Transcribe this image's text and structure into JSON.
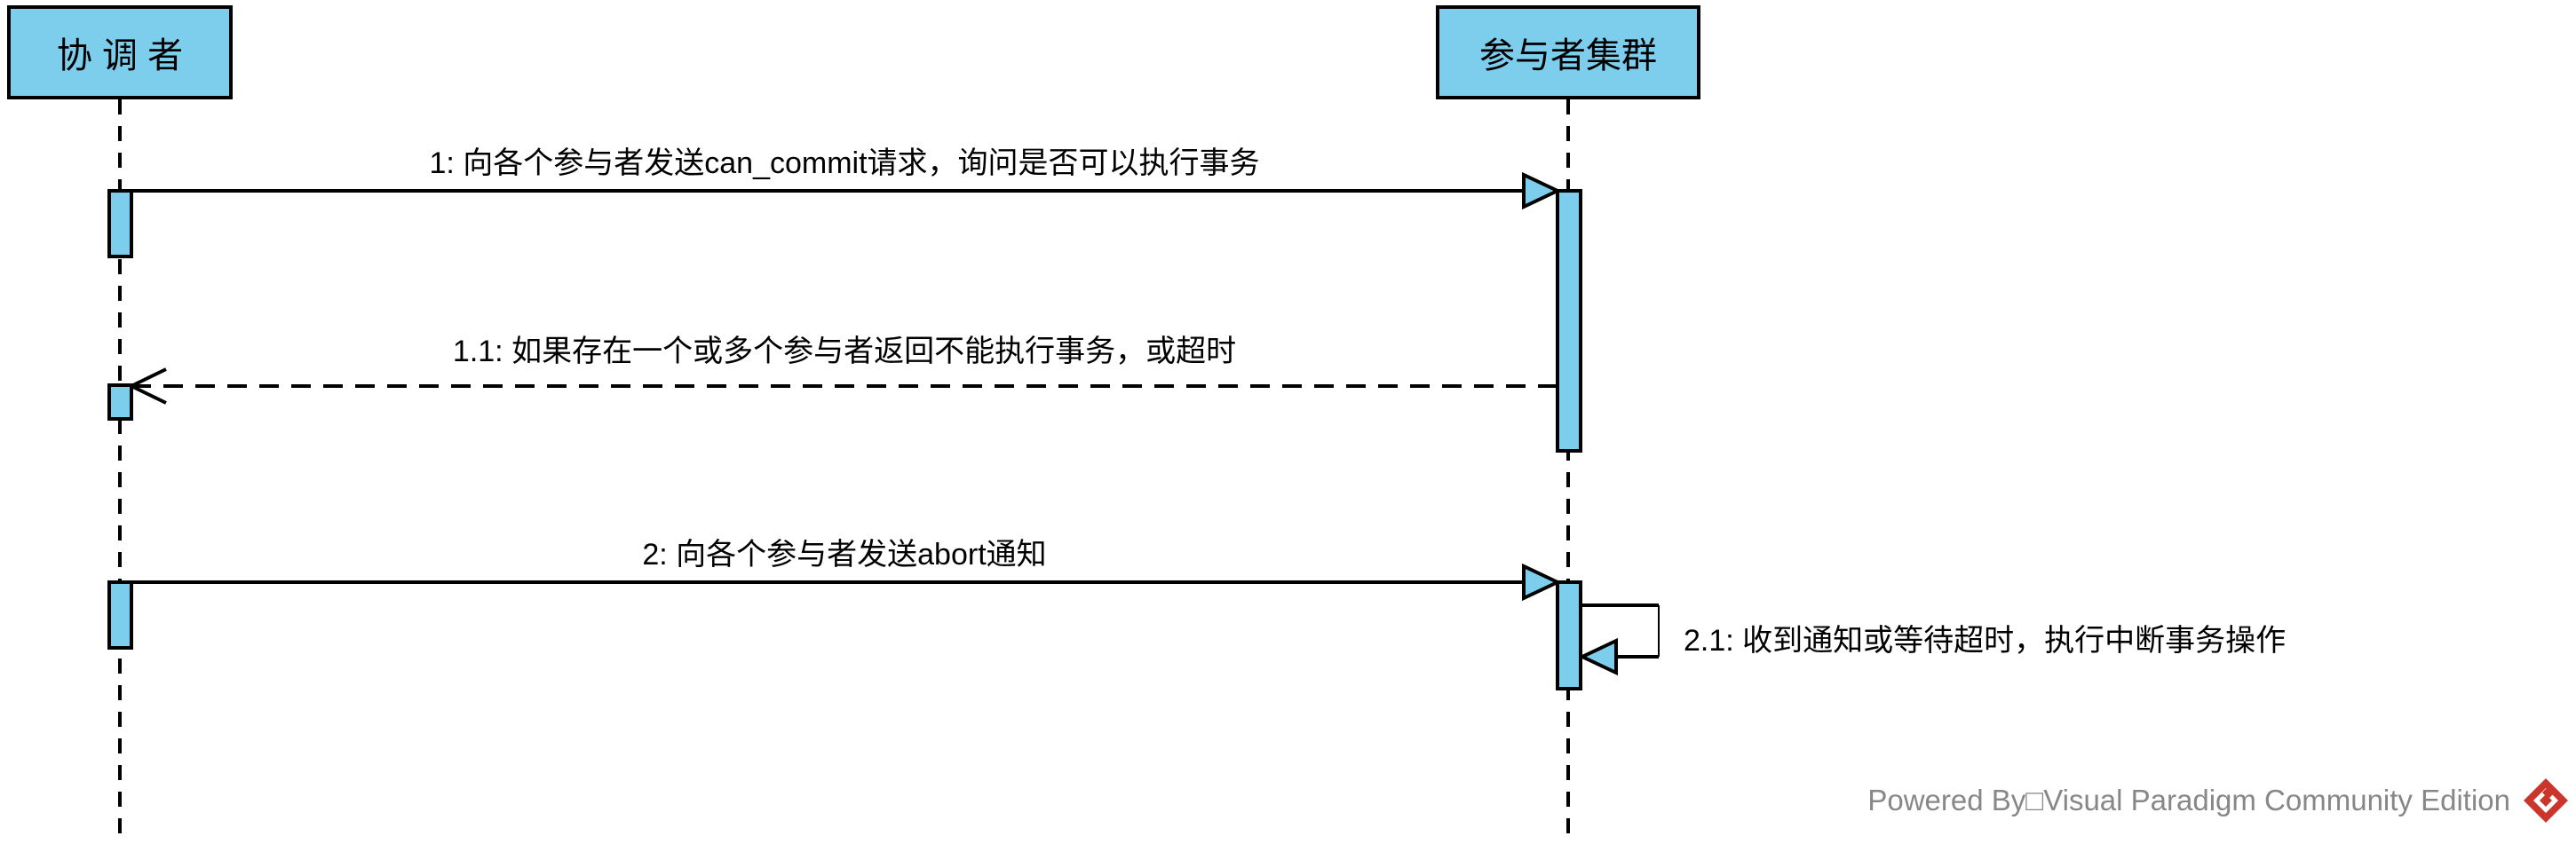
{
  "diagram": {
    "type": "uml-sequence-diagram",
    "colors": {
      "shape_fill": "#7DCDEC",
      "shape_border": "#000000",
      "background": "#FFFFFF",
      "watermark_text": "#878787",
      "watermark_logo_red": "#CB362C"
    },
    "actors": [
      {
        "id": "coordinator",
        "label": "协 调 者"
      },
      {
        "id": "participants",
        "label": "参与者集群"
      }
    ],
    "messages": [
      {
        "seq": "1",
        "label": "1: 向各个参与者发送can_commit请求，询问是否可以执行事务",
        "from": "coordinator",
        "to": "participants",
        "kind": "sync-solid-arrow"
      },
      {
        "seq": "1.1",
        "label": "1.1: 如果存在一个或多个参与者返回不能执行事务，或超时",
        "from": "participants",
        "to": "coordinator",
        "kind": "return-dashed-open-arrow"
      },
      {
        "seq": "2",
        "label": "2: 向各个参与者发送abort通知",
        "from": "coordinator",
        "to": "participants",
        "kind": "sync-solid-arrow"
      },
      {
        "seq": "2.1",
        "label": "2.1: 收到通知或等待超时，执行中断事务操作",
        "from": "participants",
        "to": "participants",
        "kind": "self-message"
      }
    ],
    "watermark": {
      "text": "Powered By□Visual Paradigm Community Edition"
    }
  }
}
